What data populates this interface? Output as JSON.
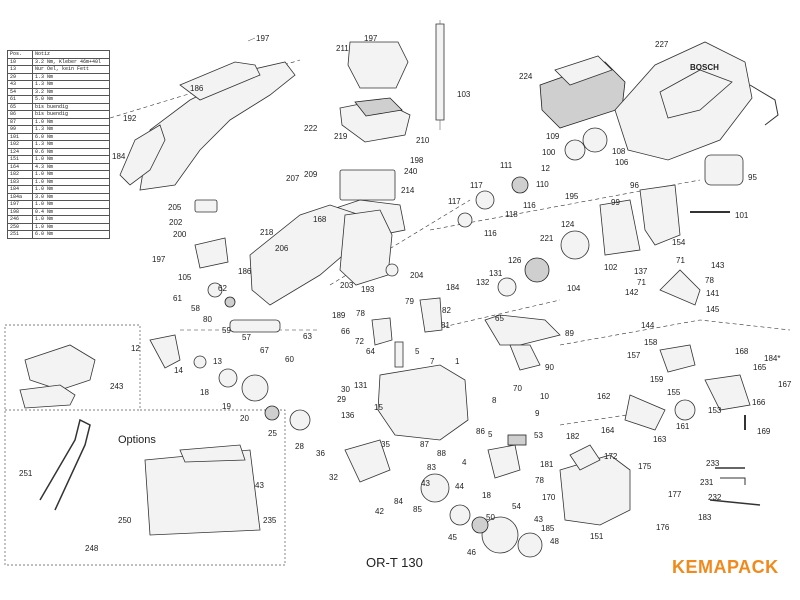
{
  "torque_table": {
    "headers": [
      "Pos.",
      "Notiz"
    ],
    "rows": [
      [
        "10",
        "3.2 Nm, Kleber 46m+40l"
      ],
      [
        "13",
        "Nur Oel, kein Fett"
      ],
      [
        "29",
        "1.3 Nm"
      ],
      [
        "43",
        "1.3 Nm"
      ],
      [
        "54",
        "3.2 Nm"
      ],
      [
        "61",
        "5.0 Nm"
      ],
      [
        "65",
        "bis buendig"
      ],
      [
        "86",
        "bis buendig"
      ],
      [
        "87",
        "1.0 Nm"
      ],
      [
        "99",
        "1.3 Nm"
      ],
      [
        "101",
        "6.0 Nm"
      ],
      [
        "102",
        "1.3 Nm"
      ],
      [
        "124",
        "0.6 Nm"
      ],
      [
        "151",
        "1.0 Nm"
      ],
      [
        "164",
        "4.3 Nm"
      ],
      [
        "182",
        "1.0 Nm"
      ],
      [
        "183",
        "1.0 Nm"
      ],
      [
        "184",
        "1.0 Nm"
      ],
      [
        "184a",
        "3.0 Nm"
      ],
      [
        "197",
        "1.0 Nm"
      ],
      [
        "198",
        "0.4 Nm"
      ],
      [
        "246",
        "1.0 Nm"
      ],
      [
        "250",
        "1.0 Nm"
      ],
      [
        "251",
        "6.0 Nm"
      ]
    ]
  },
  "part_numbers": {
    "p197a": "197",
    "p186a": "186",
    "p192": "192",
    "p184a": "184",
    "p211": "211",
    "p222": "222",
    "p219": "219",
    "p210": "210",
    "p198": "198",
    "p240": "240",
    "p103": "103",
    "p224": "224",
    "p227": "227",
    "p209": "209",
    "p207": "207",
    "p214": "214",
    "p205": "205",
    "p202": "202",
    "p200": "200",
    "p218": "218",
    "p206": "206",
    "p197b": "197",
    "p105": "105",
    "p168": "168",
    "p186b": "186",
    "p203": "203",
    "p204": "204",
    "p193": "193",
    "p109": "109",
    "p100": "100",
    "p108": "108",
    "p106": "106",
    "p111": "111",
    "p12a": "12",
    "p110": "110",
    "p117a": "117",
    "p118": "118",
    "p116a": "116",
    "p117b": "117",
    "p116b": "116",
    "p195": "195",
    "p99": "99",
    "p96": "96",
    "p95": "95",
    "p101": "101",
    "p124": "124",
    "p221": "221",
    "p154": "154",
    "p126": "126",
    "p102": "102",
    "p131": "131",
    "p132": "132",
    "p104": "104",
    "p137": "137",
    "p71a": "71",
    "p71b": "71",
    "p143": "143",
    "p78a": "78",
    "p141": "141",
    "p142": "142",
    "p145": "145",
    "p144": "144",
    "p61": "61",
    "p62": "62",
    "p58": "58",
    "p80": "80",
    "p59": "59",
    "p57": "57",
    "p67": "67",
    "p63": "63",
    "p60": "60",
    "p66": "66",
    "p72": "72",
    "p78b": "78",
    "p189": "189",
    "p79": "79",
    "p82": "82",
    "p184b": "184",
    "p81": "81",
    "p65": "65",
    "p89": "89",
    "p90": "90",
    "p12b": "12",
    "p14": "14",
    "p13": "13",
    "p18a": "18",
    "p64": "64",
    "p5a": "5",
    "p7": "7",
    "p1": "1",
    "p19": "19",
    "p20": "20",
    "p25": "25",
    "p28": "28",
    "p30": "30",
    "p131b": "131",
    "p29": "29",
    "p136": "136",
    "p15": "15",
    "p70": "70",
    "p8": "8",
    "p10": "10",
    "p9": "9",
    "p36": "36",
    "p35": "35",
    "p86": "86",
    "p5b": "5",
    "p87": "87",
    "p88": "88",
    "p83": "83",
    "p4": "4",
    "p53": "53",
    "p182": "182",
    "p181": "181",
    "p172": "172",
    "p175": "175",
    "p32": "32",
    "p43a": "43",
    "p44": "44",
    "p84": "84",
    "p42": "42",
    "p85": "85",
    "p18b": "18",
    "p54": "54",
    "p78c": "78",
    "p170": "170",
    "p185": "185",
    "p43b": "43",
    "p50": "50",
    "p45": "45",
    "p46": "46",
    "p48": "48",
    "p151": "151",
    "p176": "176",
    "p177": "177",
    "p183": "183",
    "p157": "157",
    "p158": "158",
    "p159": "159",
    "p168b": "168",
    "p184star": "184*",
    "p165": "165",
    "p166": "166",
    "p167": "167",
    "p162": "162",
    "p155": "155",
    "p153": "153",
    "p161": "161",
    "p163": "163",
    "p164": "164",
    "p169": "169",
    "p233": "233",
    "p231": "231",
    "p232": "232",
    "p243": "243",
    "p251": "251",
    "p250": "250",
    "p248": "248",
    "p235": "235",
    "p43c": "43"
  },
  "options_label": "Options",
  "model_label": "OR-T 130",
  "brand": {
    "name": "KEMAPACK",
    "color": "#f08a1c"
  },
  "battery_brand": "BOSCH"
}
